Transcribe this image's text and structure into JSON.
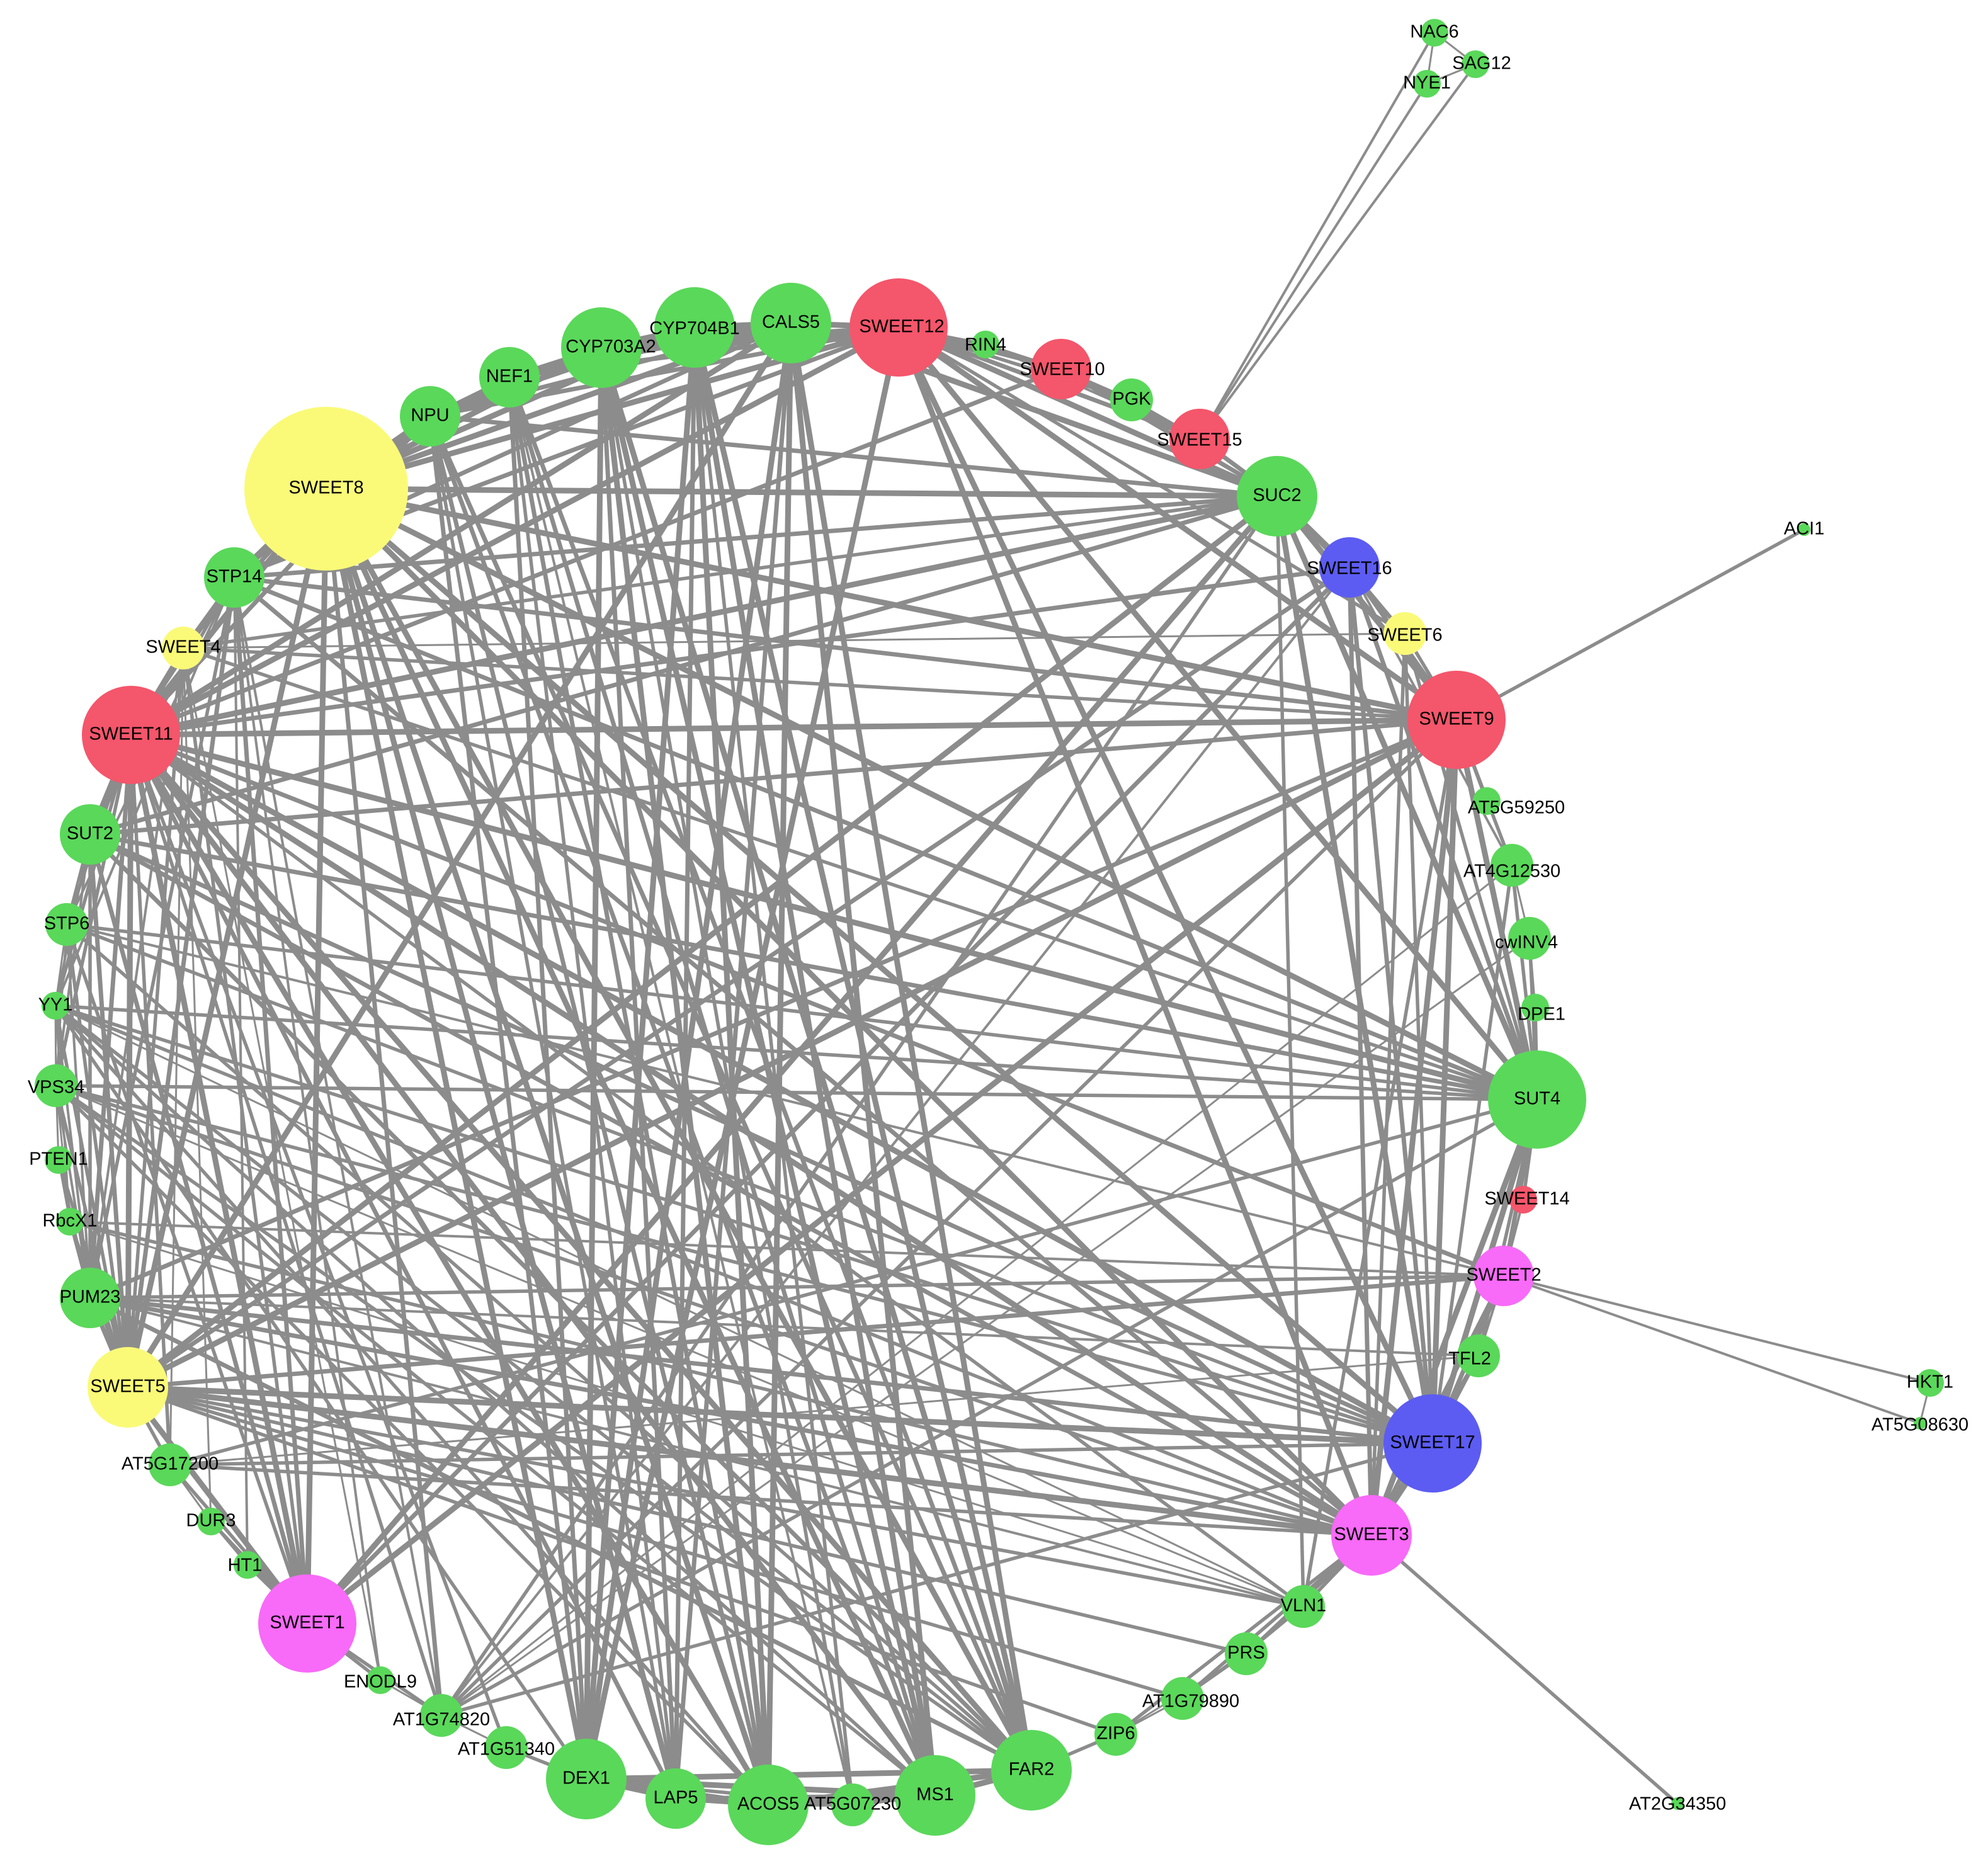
{
  "colors": {
    "background": "#ffffff",
    "edge": "#8c8c8c",
    "green": "#5ad85a",
    "yellow": "#fafa78",
    "red": "#f4566b",
    "magenta": "#f86af8",
    "blue": "#5c5cf2"
  },
  "nodes": [
    {
      "id": "SWEET8",
      "label": "SWEET8",
      "group": "yellow",
      "size": "xl"
    },
    {
      "id": "SWEET12",
      "label": "SWEET12",
      "group": "red",
      "size": "l"
    },
    {
      "id": "SWEET9",
      "label": "SWEET9",
      "group": "red",
      "size": "l"
    },
    {
      "id": "SWEET11",
      "label": "SWEET11",
      "group": "red",
      "size": "l"
    },
    {
      "id": "SUT4",
      "label": "SUT4",
      "group": "green",
      "size": "l"
    },
    {
      "id": "SWEET17",
      "label": "SWEET17",
      "group": "blue",
      "size": "l"
    },
    {
      "id": "SWEET1",
      "label": "SWEET1",
      "group": "magenta",
      "size": "l"
    },
    {
      "id": "SWEET3",
      "label": "SWEET3",
      "group": "magenta",
      "size": "ml"
    },
    {
      "id": "SWEET5",
      "label": "SWEET5",
      "group": "yellow",
      "size": "ml"
    },
    {
      "id": "FAR2",
      "label": "FAR2",
      "group": "green",
      "size": "ml"
    },
    {
      "id": "DEX1",
      "label": "DEX1",
      "group": "green",
      "size": "ml"
    },
    {
      "id": "ACOS5",
      "label": "ACOS5",
      "group": "green",
      "size": "ml"
    },
    {
      "id": "MS1",
      "label": "MS1",
      "group": "green",
      "size": "ml"
    },
    {
      "id": "SUC2",
      "label": "SUC2",
      "group": "green",
      "size": "ml"
    },
    {
      "id": "CYP703A2",
      "label": "CYP703A2",
      "group": "green",
      "size": "ml"
    },
    {
      "id": "CALS5",
      "label": "CALS5",
      "group": "green",
      "size": "ml"
    },
    {
      "id": "CYP704B1",
      "label": "CYP704B1",
      "group": "green",
      "size": "ml"
    },
    {
      "id": "SUT2",
      "label": "SUT2",
      "group": "green",
      "size": "m"
    },
    {
      "id": "SWEET16",
      "label": "SWEET16",
      "group": "blue",
      "size": "m"
    },
    {
      "id": "SWEET2",
      "label": "SWEET2",
      "group": "magenta",
      "size": "m"
    },
    {
      "id": "NEF1",
      "label": "NEF1",
      "group": "green",
      "size": "m"
    },
    {
      "id": "NPU",
      "label": "NPU",
      "group": "green",
      "size": "m"
    },
    {
      "id": "SWEET10",
      "label": "SWEET10",
      "group": "red",
      "size": "m"
    },
    {
      "id": "SWEET15",
      "label": "SWEET15",
      "group": "red",
      "size": "m"
    },
    {
      "id": "STP14",
      "label": "STP14",
      "group": "green",
      "size": "m"
    },
    {
      "id": "PUM23",
      "label": "PUM23",
      "group": "green",
      "size": "m"
    },
    {
      "id": "LAP5",
      "label": "LAP5",
      "group": "green",
      "size": "m"
    },
    {
      "id": "VLN1",
      "label": "VLN1",
      "group": "green",
      "size": "s"
    },
    {
      "id": "STP6",
      "label": "STP6",
      "group": "green",
      "size": "s"
    },
    {
      "id": "VPS34",
      "label": "VPS34",
      "group": "green",
      "size": "s"
    },
    {
      "id": "cwINV4",
      "label": "cwINV4",
      "group": "green",
      "size": "s"
    },
    {
      "id": "SWEET4",
      "label": "SWEET4",
      "group": "yellow",
      "size": "s"
    },
    {
      "id": "SWEET6",
      "label": "SWEET6",
      "group": "yellow",
      "size": "s"
    },
    {
      "id": "AT1G79890",
      "label": "AT1G79890",
      "group": "green",
      "size": "s"
    },
    {
      "id": "TFL2",
      "label": "TFL2",
      "group": "green",
      "size": "s"
    },
    {
      "id": "PRS",
      "label": "PRS",
      "group": "green",
      "size": "s"
    },
    {
      "id": "ZIP6",
      "label": "ZIP6",
      "group": "green",
      "size": "s"
    },
    {
      "id": "AT5G17200",
      "label": "AT5G17200",
      "group": "green",
      "size": "s"
    },
    {
      "id": "AT1G74820",
      "label": "AT1G74820",
      "group": "green",
      "size": "s"
    },
    {
      "id": "AT5G07230",
      "label": "AT5G07230",
      "group": "green",
      "size": "s"
    },
    {
      "id": "AT4G12530",
      "label": "AT4G12530",
      "group": "green",
      "size": "s"
    },
    {
      "id": "PGK",
      "label": "PGK",
      "group": "green",
      "size": "s"
    },
    {
      "id": "AT1G51340",
      "label": "AT1G51340",
      "group": "green",
      "size": "s"
    },
    {
      "id": "YY1",
      "label": "YY1",
      "group": "green",
      "size": "xs"
    },
    {
      "id": "RIN4",
      "label": "RIN4",
      "group": "green",
      "size": "xs"
    },
    {
      "id": "SWEET14",
      "label": "SWEET14",
      "group": "red",
      "size": "xs"
    },
    {
      "id": "RbcX1",
      "label": "RbcX1",
      "group": "green",
      "size": "xs"
    },
    {
      "id": "ENODL9",
      "label": "ENODL9",
      "group": "green",
      "size": "xs"
    },
    {
      "id": "PTEN1",
      "label": "PTEN1",
      "group": "green",
      "size": "xs"
    },
    {
      "id": "DUR3",
      "label": "DUR3",
      "group": "green",
      "size": "xs"
    },
    {
      "id": "HT1",
      "label": "HT1",
      "group": "green",
      "size": "xs"
    },
    {
      "id": "DPE1",
      "label": "DPE1",
      "group": "green",
      "size": "xs"
    },
    {
      "id": "AT5G59250",
      "label": "AT5G59250",
      "group": "green",
      "size": "xs"
    },
    {
      "id": "NAC6",
      "label": "NAC6",
      "group": "green",
      "size": "xs"
    },
    {
      "id": "SAG12",
      "label": "SAG12",
      "group": "green",
      "size": "xs"
    },
    {
      "id": "NYE1",
      "label": "NYE1",
      "group": "green",
      "size": "xs"
    },
    {
      "id": "ACI1",
      "label": "ACI1",
      "group": "green",
      "size": "xxs"
    },
    {
      "id": "HKT1",
      "label": "HKT1",
      "group": "green",
      "size": "xs"
    },
    {
      "id": "AT5G08630",
      "label": "AT5G08630",
      "group": "green",
      "size": "xxs"
    },
    {
      "id": "AT2G34350",
      "label": "AT2G34350",
      "group": "green",
      "size": "xxs"
    }
  ],
  "edges": [
    [
      "SWEET8",
      "NPU"
    ],
    [
      "SWEET8",
      "NEF1"
    ],
    [
      "SWEET8",
      "CYP703A2"
    ],
    [
      "SWEET8",
      "CYP704B1"
    ],
    [
      "SWEET8",
      "CALS5"
    ],
    [
      "SWEET8",
      "SWEET12"
    ],
    [
      "SWEET8",
      "SUC2"
    ],
    [
      "SWEET8",
      "STP14"
    ],
    [
      "SWEET8",
      "SWEET4"
    ],
    [
      "SWEET8",
      "SWEET11"
    ],
    [
      "SWEET8",
      "DEX1"
    ],
    [
      "SWEET8",
      "LAP5"
    ],
    [
      "SWEET8",
      "ACOS5"
    ],
    [
      "SWEET8",
      "MS1"
    ],
    [
      "SWEET8",
      "FAR2"
    ],
    [
      "SWEET8",
      "SUT4"
    ],
    [
      "SWEET8",
      "SWEET9"
    ],
    [
      "SWEET8",
      "SWEET3"
    ],
    [
      "SWEET8",
      "SWEET1"
    ],
    [
      "SWEET8",
      "SWEET5"
    ],
    [
      "SWEET8",
      "AT1G74820"
    ],
    [
      "SWEET8",
      "SWEET17"
    ],
    [
      "NPU",
      "NEF1"
    ],
    [
      "NPU",
      "CYP703A2"
    ],
    [
      "NPU",
      "CYP704B1"
    ],
    [
      "NPU",
      "CALS5"
    ],
    [
      "NPU",
      "DEX1"
    ],
    [
      "NPU",
      "ACOS5"
    ],
    [
      "NPU",
      "MS1"
    ],
    [
      "NPU",
      "FAR2"
    ],
    [
      "NPU",
      "LAP5"
    ],
    [
      "NEF1",
      "CYP703A2"
    ],
    [
      "NEF1",
      "CYP704B1"
    ],
    [
      "NEF1",
      "CALS5"
    ],
    [
      "NEF1",
      "DEX1"
    ],
    [
      "NEF1",
      "ACOS5"
    ],
    [
      "NEF1",
      "MS1"
    ],
    [
      "NEF1",
      "FAR2"
    ],
    [
      "NEF1",
      "LAP5"
    ],
    [
      "NEF1",
      "AT5G07230"
    ],
    [
      "CYP703A2",
      "CYP704B1"
    ],
    [
      "CYP703A2",
      "CALS5"
    ],
    [
      "CYP703A2",
      "DEX1"
    ],
    [
      "CYP703A2",
      "ACOS5"
    ],
    [
      "CYP703A2",
      "MS1"
    ],
    [
      "CYP703A2",
      "FAR2"
    ],
    [
      "CYP703A2",
      "LAP5"
    ],
    [
      "CYP703A2",
      "AT5G07230"
    ],
    [
      "CYP703A2",
      "SWEET12"
    ],
    [
      "CYP704B1",
      "CALS5"
    ],
    [
      "CYP704B1",
      "DEX1"
    ],
    [
      "CYP704B1",
      "ACOS5"
    ],
    [
      "CYP704B1",
      "MS1"
    ],
    [
      "CYP704B1",
      "FAR2"
    ],
    [
      "CYP704B1",
      "LAP5"
    ],
    [
      "CYP704B1",
      "AT5G07230"
    ],
    [
      "CALS5",
      "DEX1"
    ],
    [
      "CALS5",
      "ACOS5"
    ],
    [
      "CALS5",
      "MS1"
    ],
    [
      "CALS5",
      "FAR2"
    ],
    [
      "CALS5",
      "LAP5"
    ],
    [
      "CALS5",
      "SWEET12"
    ],
    [
      "CALS5",
      "SWEET11"
    ],
    [
      "CALS5",
      "SWEET5"
    ],
    [
      "CALS5",
      "STP14"
    ],
    [
      "DEX1",
      "ACOS5"
    ],
    [
      "DEX1",
      "MS1"
    ],
    [
      "DEX1",
      "FAR2"
    ],
    [
      "DEX1",
      "LAP5"
    ],
    [
      "DEX1",
      "AT5G07230"
    ],
    [
      "ACOS5",
      "MS1"
    ],
    [
      "ACOS5",
      "FAR2"
    ],
    [
      "ACOS5",
      "LAP5"
    ],
    [
      "ACOS5",
      "AT5G07230"
    ],
    [
      "MS1",
      "FAR2"
    ],
    [
      "MS1",
      "AT5G07230"
    ],
    [
      "LAP5",
      "MS1"
    ],
    [
      "SWEET12",
      "RIN4"
    ],
    [
      "SWEET12",
      "SWEET10"
    ],
    [
      "SWEET12",
      "PGK"
    ],
    [
      "SWEET12",
      "SWEET15"
    ],
    [
      "SWEET12",
      "SUC2"
    ],
    [
      "SWEET12",
      "NPU"
    ],
    [
      "SWEET12",
      "NEF1"
    ],
    [
      "SWEET12",
      "SWEET11"
    ],
    [
      "SWEET12",
      "SWEET9"
    ],
    [
      "SWEET12",
      "SUT4"
    ],
    [
      "SWEET12",
      "SWEET17"
    ],
    [
      "SWEET12",
      "SWEET3"
    ],
    [
      "SWEET12",
      "DEX1"
    ],
    [
      "SWEET12",
      "STP14"
    ],
    [
      "SWEET12",
      "SWEET6"
    ],
    [
      "RIN4",
      "SWEET10"
    ],
    [
      "RIN4",
      "SWEET15"
    ],
    [
      "SWEET10",
      "PGK"
    ],
    [
      "SWEET10",
      "SWEET15"
    ],
    [
      "SWEET10",
      "SUC2"
    ],
    [
      "SWEET10",
      "SWEET11"
    ],
    [
      "PGK",
      "SWEET15"
    ],
    [
      "SWEET15",
      "SUC2"
    ],
    [
      "SWEET15",
      "NAC6"
    ],
    [
      "SWEET15",
      "SAG12"
    ],
    [
      "SWEET15",
      "NYE1"
    ],
    [
      "NAC6",
      "SAG12"
    ],
    [
      "NAC6",
      "NYE1"
    ],
    [
      "SAG12",
      "NYE1"
    ],
    [
      "SUC2",
      "SWEET11"
    ],
    [
      "SUC2",
      "SWEET4"
    ],
    [
      "SUC2",
      "SUT2"
    ],
    [
      "SUC2",
      "STP14"
    ],
    [
      "SUC2",
      "SWEET16"
    ],
    [
      "SUC2",
      "SWEET9"
    ],
    [
      "SUC2",
      "SWEET6"
    ],
    [
      "SUC2",
      "SUT4"
    ],
    [
      "SUC2",
      "SWEET17"
    ],
    [
      "SUC2",
      "SWEET1"
    ],
    [
      "SUC2",
      "SWEET5"
    ],
    [
      "SUC2",
      "CALS5"
    ],
    [
      "SUC2",
      "AT1G74820"
    ],
    [
      "SUC2",
      "VLN1"
    ],
    [
      "SUC2",
      "NPU"
    ],
    [
      "SWEET16",
      "SWEET6"
    ],
    [
      "SWEET16",
      "SWEET9"
    ],
    [
      "SWEET16",
      "SWEET17"
    ],
    [
      "SWEET16",
      "SWEET3"
    ],
    [
      "SWEET16",
      "SWEET5"
    ],
    [
      "SWEET16",
      "SUT4"
    ],
    [
      "SWEET16",
      "SWEET11"
    ],
    [
      "SWEET16",
      "SWEET1"
    ],
    [
      "SWEET16",
      "AT4G12530"
    ],
    [
      "SWEET6",
      "SWEET9"
    ],
    [
      "SWEET6",
      "SWEET17"
    ],
    [
      "SWEET6",
      "SUT4"
    ],
    [
      "SWEET6",
      "SWEET3"
    ],
    [
      "SWEET6",
      "SWEET4"
    ],
    [
      "SWEET9",
      "ACI1"
    ],
    [
      "SWEET9",
      "AT5G59250"
    ],
    [
      "SWEET9",
      "AT4G12530"
    ],
    [
      "SWEET9",
      "SUT4"
    ],
    [
      "SWEET9",
      "SWEET17"
    ],
    [
      "SWEET9",
      "SWEET11"
    ],
    [
      "SWEET9",
      "SWEET5"
    ],
    [
      "SWEET9",
      "SWEET1"
    ],
    [
      "SWEET9",
      "SWEET3"
    ],
    [
      "SWEET9",
      "PUM23"
    ],
    [
      "SWEET9",
      "AT1G74820"
    ],
    [
      "SWEET9",
      "SWEET4"
    ],
    [
      "SWEET9",
      "STP14"
    ],
    [
      "SWEET9",
      "VLN1"
    ],
    [
      "SWEET9",
      "SUT2"
    ],
    [
      "AT5G59250",
      "AT4G12530"
    ],
    [
      "AT4G12530",
      "cwINV4"
    ],
    [
      "AT4G12530",
      "SUT4"
    ],
    [
      "AT4G12530",
      "AT1G74820"
    ],
    [
      "AT4G12530",
      "SWEET17"
    ],
    [
      "cwINV4",
      "DPE1"
    ],
    [
      "cwINV4",
      "SUT4"
    ],
    [
      "cwINV4",
      "AT1G74820"
    ],
    [
      "DPE1",
      "SUT4"
    ],
    [
      "SUT4",
      "SWEET14"
    ],
    [
      "SUT4",
      "SWEET2"
    ],
    [
      "SUT4",
      "SWEET11"
    ],
    [
      "SUT4",
      "STP6"
    ],
    [
      "SUT4",
      "YY1"
    ],
    [
      "SUT4",
      "VPS34"
    ],
    [
      "SUT4",
      "SUT2"
    ],
    [
      "SUT4",
      "SWEET17"
    ],
    [
      "SUT4",
      "SWEET3"
    ],
    [
      "SUT4",
      "TFL2"
    ],
    [
      "SUT4",
      "SWEET4"
    ],
    [
      "SUT4",
      "STP14"
    ],
    [
      "SUT4",
      "AT5G17200"
    ],
    [
      "SWEET14",
      "SWEET2"
    ],
    [
      "SWEET2",
      "HKT1"
    ],
    [
      "SWEET2",
      "AT5G08630"
    ],
    [
      "SWEET2",
      "TFL2"
    ],
    [
      "SWEET2",
      "PUM23"
    ],
    [
      "SWEET2",
      "SWEET5"
    ],
    [
      "SWEET2",
      "SWEET17"
    ],
    [
      "SWEET2",
      "SWEET3"
    ],
    [
      "SWEET2",
      "SWEET11"
    ],
    [
      "SWEET2",
      "STP6"
    ],
    [
      "SWEET2",
      "RbcX1"
    ],
    [
      "HKT1",
      "AT5G08630"
    ],
    [
      "TFL2",
      "SWEET17"
    ],
    [
      "TFL2",
      "PUM23"
    ],
    [
      "TFL2",
      "AT5G17200"
    ],
    [
      "TFL2",
      "SWEET3"
    ],
    [
      "SWEET17",
      "SWEET3"
    ],
    [
      "SWEET17",
      "SWEET11"
    ],
    [
      "SWEET17",
      "YY1"
    ],
    [
      "SWEET17",
      "VPS34"
    ],
    [
      "SWEET17",
      "PUM23"
    ],
    [
      "SWEET17",
      "SWEET5"
    ],
    [
      "SWEET17",
      "SUT2"
    ],
    [
      "SWEET17",
      "AT5G17200"
    ],
    [
      "SWEET17",
      "STP6"
    ],
    [
      "SWEET3",
      "AT2G34350"
    ],
    [
      "SWEET3",
      "VLN1"
    ],
    [
      "SWEET3",
      "PRS"
    ],
    [
      "SWEET3",
      "AT1G79890"
    ],
    [
      "SWEET3",
      "ZIP6"
    ],
    [
      "SWEET3",
      "PUM23"
    ],
    [
      "SWEET3",
      "SWEET5"
    ],
    [
      "SWEET3",
      "YY1"
    ],
    [
      "SWEET3",
      "VPS34"
    ],
    [
      "SWEET3",
      "RbcX1"
    ],
    [
      "SWEET3",
      "SWEET11"
    ],
    [
      "SWEET3",
      "SUT2"
    ],
    [
      "SWEET3",
      "AT5G17200"
    ],
    [
      "SWEET3",
      "STP14"
    ],
    [
      "VLN1",
      "PRS"
    ],
    [
      "VLN1",
      "AT1G79890"
    ],
    [
      "VLN1",
      "PUM23"
    ],
    [
      "VLN1",
      "SWEET5"
    ],
    [
      "VLN1",
      "YY1"
    ],
    [
      "VLN1",
      "VPS34"
    ],
    [
      "VLN1",
      "SWEET11"
    ],
    [
      "VLN1",
      "RbcX1"
    ],
    [
      "PRS",
      "AT1G79890"
    ],
    [
      "PRS",
      "ZIP6"
    ],
    [
      "PRS",
      "SWEET5"
    ],
    [
      "AT1G79890",
      "ZIP6"
    ],
    [
      "AT1G79890",
      "SWEET5"
    ],
    [
      "ZIP6",
      "FAR2"
    ],
    [
      "ZIP6",
      "SWEET5"
    ],
    [
      "FAR2",
      "MS1"
    ],
    [
      "FAR2",
      "SWEET11"
    ],
    [
      "FAR2",
      "YY1"
    ],
    [
      "FAR2",
      "VPS34"
    ],
    [
      "FAR2",
      "PUM23"
    ],
    [
      "FAR2",
      "STP6"
    ],
    [
      "FAR2",
      "SUT2"
    ],
    [
      "FAR2",
      "NPU"
    ],
    [
      "MS1",
      "YY1"
    ],
    [
      "MS1",
      "VPS34"
    ],
    [
      "MS1",
      "SWEET11"
    ],
    [
      "ACOS5",
      "YY1"
    ],
    [
      "ACOS5",
      "VPS34"
    ],
    [
      "ACOS5",
      "SWEET11"
    ],
    [
      "LAP5",
      "SWEET11"
    ],
    [
      "DEX1",
      "YY1"
    ],
    [
      "AT1G51340",
      "SWEET11"
    ],
    [
      "AT1G51340",
      "AT1G74820"
    ],
    [
      "AT1G51340",
      "DEX1"
    ],
    [
      "AT1G74820",
      "SWEET1"
    ],
    [
      "AT1G74820",
      "ENODL9"
    ],
    [
      "AT1G74820",
      "SWEET11"
    ],
    [
      "AT1G74820",
      "SWEET9"
    ],
    [
      "AT1G74820",
      "SUT4"
    ],
    [
      "AT1G74820",
      "STP14"
    ],
    [
      "AT1G74820",
      "SWEET17"
    ],
    [
      "AT1G74820",
      "SWEET16"
    ],
    [
      "ENODL9",
      "SWEET1"
    ],
    [
      "ENODL9",
      "STP14"
    ],
    [
      "ENODL9",
      "SWEET4"
    ],
    [
      "SWEET1",
      "HT1"
    ],
    [
      "SWEET1",
      "DUR3"
    ],
    [
      "SWEET1",
      "AT5G17200"
    ],
    [
      "SWEET1",
      "SWEET5"
    ],
    [
      "SWEET1",
      "STP14"
    ],
    [
      "SWEET1",
      "SWEET4"
    ],
    [
      "SWEET1",
      "SWEET11"
    ],
    [
      "SWEET1",
      "SUT2"
    ],
    [
      "SWEET1",
      "STP6"
    ],
    [
      "SWEET1",
      "SWEET9"
    ],
    [
      "HT1",
      "DUR3"
    ],
    [
      "HT1",
      "STP14"
    ],
    [
      "DUR3",
      "AT5G17200"
    ],
    [
      "DUR3",
      "SWEET4"
    ],
    [
      "AT5G17200",
      "SWEET5"
    ],
    [
      "AT5G17200",
      "SWEET4"
    ],
    [
      "AT5G17200",
      "SWEET11"
    ],
    [
      "SWEET5",
      "PUM23"
    ],
    [
      "SWEET5",
      "RbcX1"
    ],
    [
      "SWEET5",
      "PTEN1"
    ],
    [
      "SWEET5",
      "VPS34"
    ],
    [
      "SWEET5",
      "YY1"
    ],
    [
      "SWEET5",
      "STP6"
    ],
    [
      "SWEET5",
      "SUT2"
    ],
    [
      "SWEET5",
      "SWEET11"
    ],
    [
      "SWEET5",
      "STP14"
    ],
    [
      "SWEET5",
      "SWEET4"
    ],
    [
      "PUM23",
      "RbcX1"
    ],
    [
      "PUM23",
      "PTEN1"
    ],
    [
      "PUM23",
      "VPS34"
    ],
    [
      "PUM23",
      "YY1"
    ],
    [
      "PUM23",
      "STP6"
    ],
    [
      "PUM23",
      "SUT2"
    ],
    [
      "PUM23",
      "SWEET11"
    ],
    [
      "PUM23",
      "SWEET4"
    ],
    [
      "PUM23",
      "STP14"
    ],
    [
      "RbcX1",
      "PTEN1"
    ],
    [
      "RbcX1",
      "VPS34"
    ],
    [
      "RbcX1",
      "YY1"
    ],
    [
      "PTEN1",
      "VPS34"
    ],
    [
      "VPS34",
      "YY1"
    ],
    [
      "VPS34",
      "STP6"
    ],
    [
      "VPS34",
      "SWEET11"
    ],
    [
      "VPS34",
      "SUT2"
    ],
    [
      "YY1",
      "STP6"
    ],
    [
      "YY1",
      "SUT2"
    ],
    [
      "YY1",
      "SWEET11"
    ],
    [
      "YY1",
      "STP14"
    ],
    [
      "STP6",
      "SUT2"
    ],
    [
      "STP6",
      "SWEET11"
    ],
    [
      "STP6",
      "STP14"
    ],
    [
      "SUT2",
      "SWEET11"
    ],
    [
      "SUT2",
      "SWEET4"
    ],
    [
      "SUT2",
      "STP14"
    ],
    [
      "SWEET11",
      "SWEET4"
    ],
    [
      "SWEET11",
      "STP14"
    ],
    [
      "SWEET11",
      "NPU"
    ],
    [
      "SWEET4",
      "STP14"
    ],
    [
      "STP14",
      "NPU"
    ]
  ]
}
